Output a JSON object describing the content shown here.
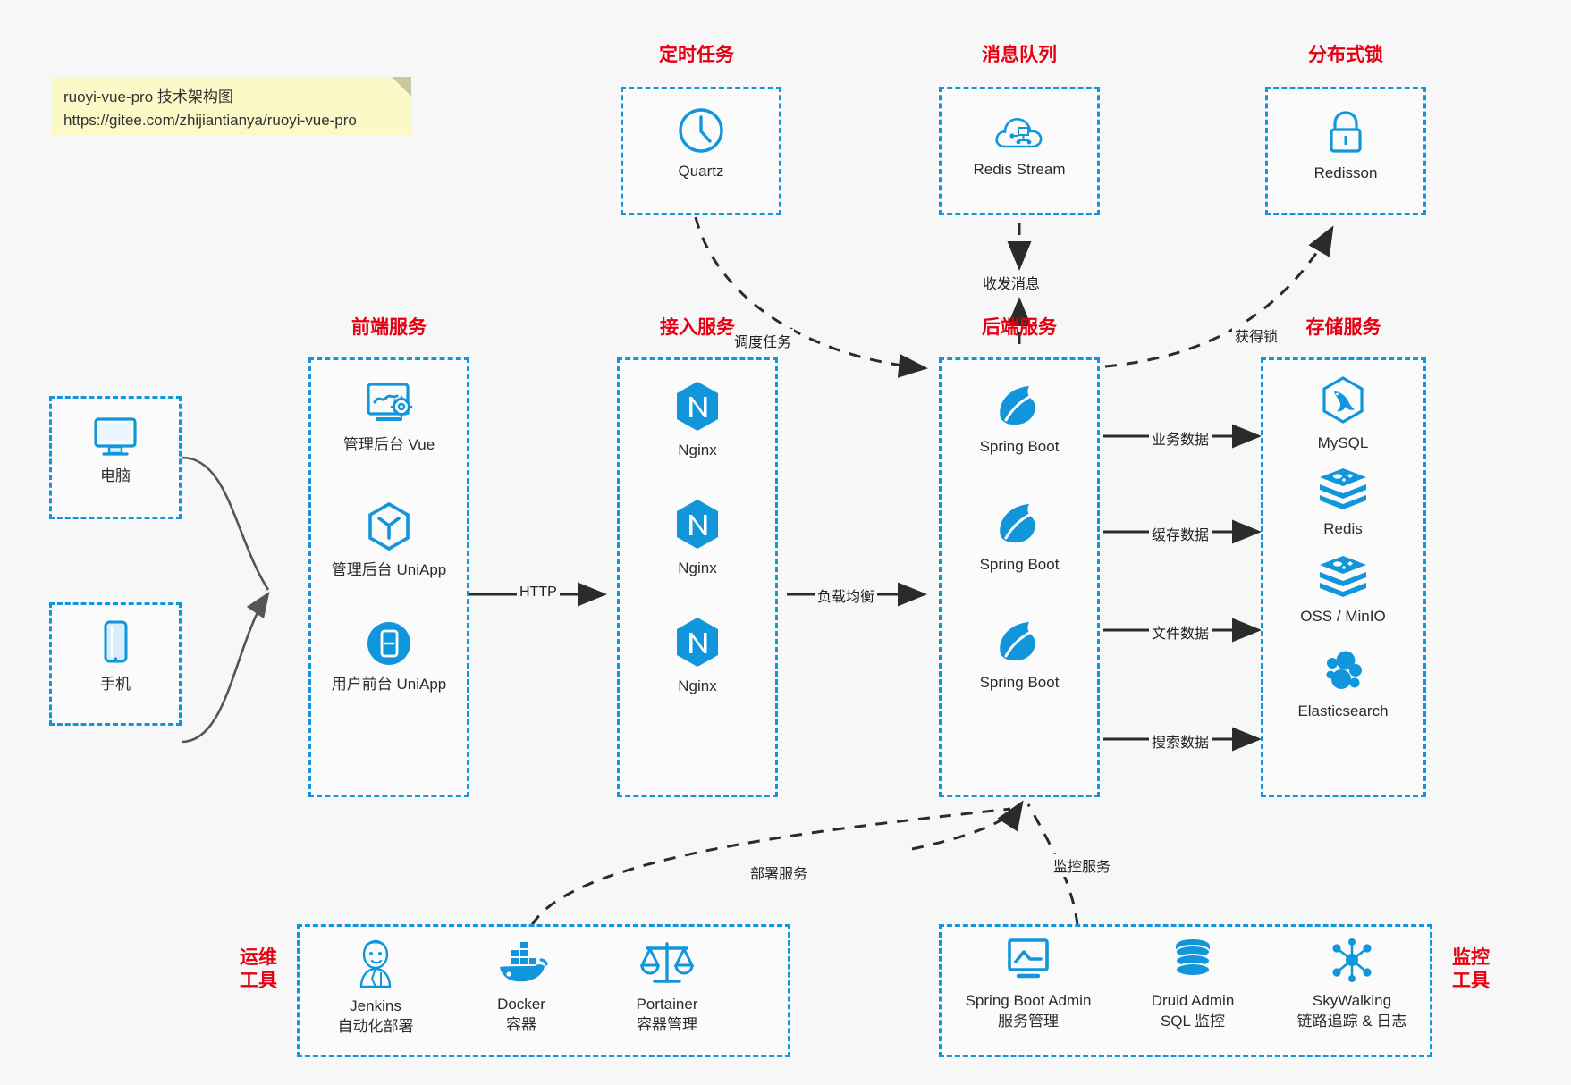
{
  "note": {
    "line1": "ruoyi-vue-pro 技术架构图",
    "line2": "https://gitee.com/zhijiantianya/ruoyi-vue-pro"
  },
  "colors": {
    "accent_blue": "#1296db",
    "group_label_red": "#e60012",
    "background": "#f7f7f7",
    "note_yellow": "#fcf9c8",
    "arrow_gray": "#555555",
    "text_dark": "#2b2b2b"
  },
  "groups": {
    "scheduled_task": {
      "label": "定时任务"
    },
    "message_queue": {
      "label": "消息队列"
    },
    "distributed_lock": {
      "label": "分布式锁"
    },
    "frontend_service": {
      "label": "前端服务"
    },
    "gateway_service": {
      "label": "接入服务"
    },
    "backend_service": {
      "label": "后端服务"
    },
    "storage_service": {
      "label": "存储服务"
    },
    "devops_tools": {
      "label_line1": "运维",
      "label_line2": "工具"
    },
    "monitor_tools": {
      "label_line1": "监控",
      "label_line2": "工具"
    }
  },
  "nodes": {
    "quartz": {
      "label": "Quartz",
      "icon": "clock-icon"
    },
    "redis_stream": {
      "label": "Redis Stream",
      "icon": "cloud-network-icon"
    },
    "redisson": {
      "label": "Redisson",
      "icon": "lock-icon"
    },
    "clients": [
      {
        "label": "电脑",
        "icon": "desktop-monitor-icon"
      },
      {
        "label": "手机",
        "icon": "mobile-phone-icon"
      }
    ],
    "frontend": [
      {
        "label": "管理后台 Vue",
        "icon": "dashboard-screen-icon"
      },
      {
        "label": "管理后台 UniApp",
        "icon": "uniapp-hexagon-icon"
      },
      {
        "label": "用户前台 UniApp",
        "icon": "mobile-app-circle-icon"
      }
    ],
    "gateway": [
      {
        "label": "Nginx",
        "icon": "nginx-icon"
      },
      {
        "label": "Nginx",
        "icon": "nginx-icon"
      },
      {
        "label": "Nginx",
        "icon": "nginx-icon"
      }
    ],
    "backend": [
      {
        "label": "Spring Boot",
        "icon": "spring-boot-leaf-icon"
      },
      {
        "label": "Spring Boot",
        "icon": "spring-boot-leaf-icon"
      },
      {
        "label": "Spring Boot",
        "icon": "spring-boot-leaf-icon"
      }
    ],
    "storage": [
      {
        "label": "MySQL",
        "icon": "mysql-dolphin-icon"
      },
      {
        "label": "Redis",
        "icon": "redis-stack-icon"
      },
      {
        "label": "OSS / MinIO",
        "icon": "oss-stack-icon"
      },
      {
        "label": "Elasticsearch",
        "icon": "elasticsearch-icon"
      }
    ],
    "devops": [
      {
        "label": "Jenkins",
        "sublabel": "自动化部署",
        "icon": "jenkins-butler-icon"
      },
      {
        "label": "Docker",
        "sublabel": "容器",
        "icon": "docker-whale-icon"
      },
      {
        "label": "Portainer",
        "sublabel": "容器管理",
        "icon": "portainer-scales-icon"
      }
    ],
    "monitor": [
      {
        "label": "Spring Boot Admin",
        "sublabel": "服务管理",
        "icon": "monitor-chart-icon"
      },
      {
        "label": "Druid Admin",
        "sublabel": "SQL 监控",
        "icon": "database-cylinder-icon"
      },
      {
        "label": "SkyWalking",
        "sublabel": "链路追踪 & 日志",
        "icon": "skywalking-nodes-icon"
      }
    ]
  },
  "edges": [
    {
      "label": "调度任务",
      "from": "quartz",
      "to": "backend_service"
    },
    {
      "label": "收发消息",
      "from": "redis_stream",
      "to": "backend_service"
    },
    {
      "label": "获得锁",
      "from": "backend_service",
      "to": "redisson"
    },
    {
      "label": "HTTP",
      "from": "frontend_service",
      "to": "gateway_service"
    },
    {
      "label": "负载均衡",
      "from": "gateway_service",
      "to": "backend_service"
    },
    {
      "label": "业务数据",
      "from": "backend_service",
      "to": "mysql"
    },
    {
      "label": "缓存数据",
      "from": "backend_service",
      "to": "redis"
    },
    {
      "label": "文件数据",
      "from": "backend_service",
      "to": "oss"
    },
    {
      "label": "搜索数据",
      "from": "backend_service",
      "to": "elasticsearch"
    },
    {
      "label": "部署服务",
      "from": "devops_tools",
      "to": "backend_service"
    },
    {
      "label": "监控服务",
      "from": "monitor_tools",
      "to": "backend_service"
    }
  ]
}
